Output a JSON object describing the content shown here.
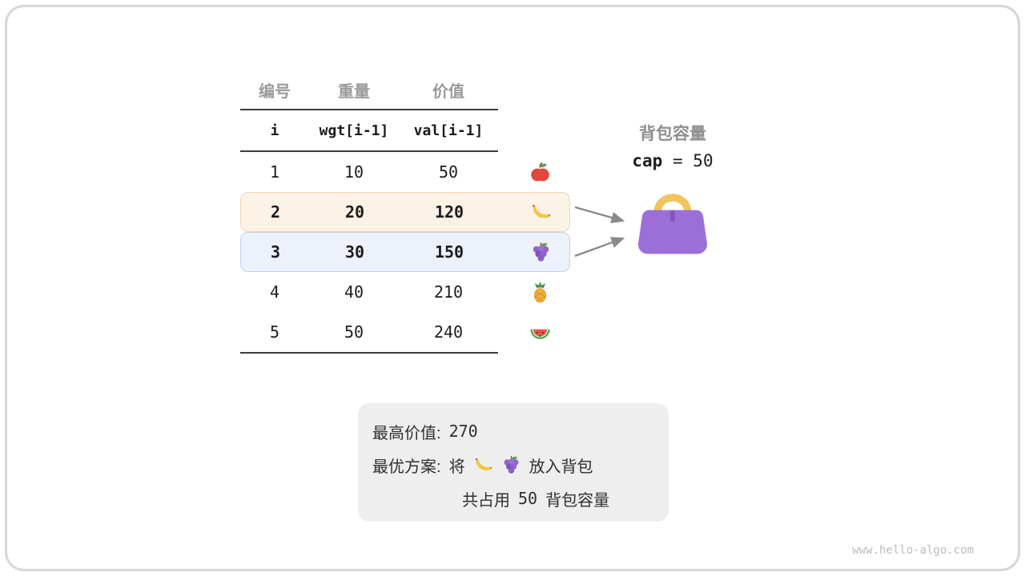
{
  "table": {
    "headers": [
      "编号",
      "重量",
      "价值"
    ],
    "code_headers": [
      "i",
      "wgt[i-1]",
      "val[i-1]"
    ],
    "rows": [
      {
        "i": "1",
        "wgt": "10",
        "val": "50",
        "icon": "apple"
      },
      {
        "i": "2",
        "wgt": "20",
        "val": "120",
        "icon": "banana",
        "highlight": "orange"
      },
      {
        "i": "3",
        "wgt": "30",
        "val": "150",
        "icon": "grapes",
        "highlight": "blue"
      },
      {
        "i": "4",
        "wgt": "40",
        "val": "210",
        "icon": "pineapple"
      },
      {
        "i": "5",
        "wgt": "50",
        "val": "240",
        "icon": "watermelon"
      }
    ]
  },
  "knapsack": {
    "title": "背包容量",
    "cap_label": "cap",
    "equals": "=",
    "cap_value": "50",
    "bag_icon": "handbag"
  },
  "summary": {
    "best_value_label": "最高价值:",
    "best_value": "270",
    "best_plan_label": "最优方案:",
    "plan_pre": "将",
    "plan_icons": [
      "banana",
      "grapes"
    ],
    "plan_post": "放入背包",
    "usage_pre": "共占用",
    "usage_value": "50",
    "usage_post": "背包容量"
  },
  "watermark": "www.hello-algo.com",
  "colors": {
    "highlight_orange_bg": "#fdf2e6",
    "highlight_orange_border": "#efd3b8",
    "highlight_blue_bg": "#edf1fb",
    "highlight_blue_border": "#c4cfe9",
    "bag_purple": "#9c6fd8",
    "handle_yellow": "#f2c45e",
    "arrow_gray": "#8a8a8a",
    "table_line": "#3c3c3c"
  }
}
